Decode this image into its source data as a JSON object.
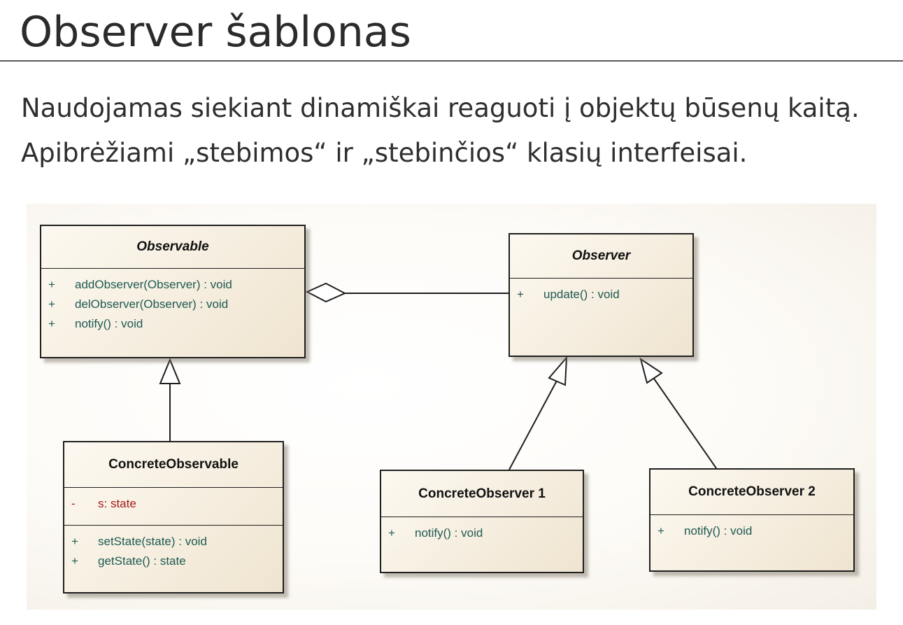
{
  "slide": {
    "title": "Observer šablonas",
    "lines": [
      "Naudojamas siekiant dinamiškai reaguoti į objektų būsenų kaitą.",
      "Apibrėžiami „stebimos“ ir „stebinčios“ klasių interfeisai."
    ]
  },
  "diagram": {
    "classes": {
      "observable": {
        "name": "Observable",
        "operations": [
          {
            "vis": "+",
            "sig": "addObserver(Observer) : void"
          },
          {
            "vis": "+",
            "sig": "delObserver(Observer) : void"
          },
          {
            "vis": "+",
            "sig": "notify() : void"
          }
        ]
      },
      "observer": {
        "name": "Observer",
        "operations": [
          {
            "vis": "+",
            "sig": "update() : void"
          }
        ]
      },
      "concrete_observable": {
        "name": "ConcreteObservable",
        "attributes": [
          {
            "vis": "-",
            "sig": "s:  state"
          }
        ],
        "operations": [
          {
            "vis": "+",
            "sig": "setState(state) : void"
          },
          {
            "vis": "+",
            "sig": "getState() : state"
          }
        ]
      },
      "concrete_observer_1": {
        "name": "ConcreteObserver 1",
        "operations": [
          {
            "vis": "+",
            "sig": "notify() : void"
          }
        ]
      },
      "concrete_observer_2": {
        "name": "ConcreteObserver 2",
        "operations": [
          {
            "vis": "+",
            "sig": "notify() : void"
          }
        ]
      }
    },
    "colors": {
      "operation_text": "#1e5a52",
      "attribute_text": "#a31919",
      "box_border": "#1f1f1f"
    }
  }
}
